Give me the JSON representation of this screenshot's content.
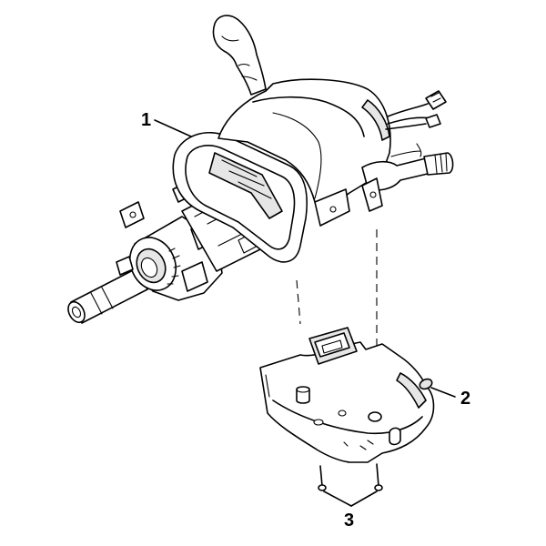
{
  "diagram": {
    "callouts": [
      {
        "id": "1",
        "label": "1"
      },
      {
        "id": "2",
        "label": "2"
      },
      {
        "id": "3",
        "label": "3"
      }
    ],
    "parts": {
      "steering_column": "steering-column-assembly",
      "lower_shroud": "lower-shroud",
      "screws": "shroud-screws"
    },
    "colors": {
      "line": "#000000",
      "background": "#ffffff",
      "shade": "#e6e6e6"
    }
  }
}
